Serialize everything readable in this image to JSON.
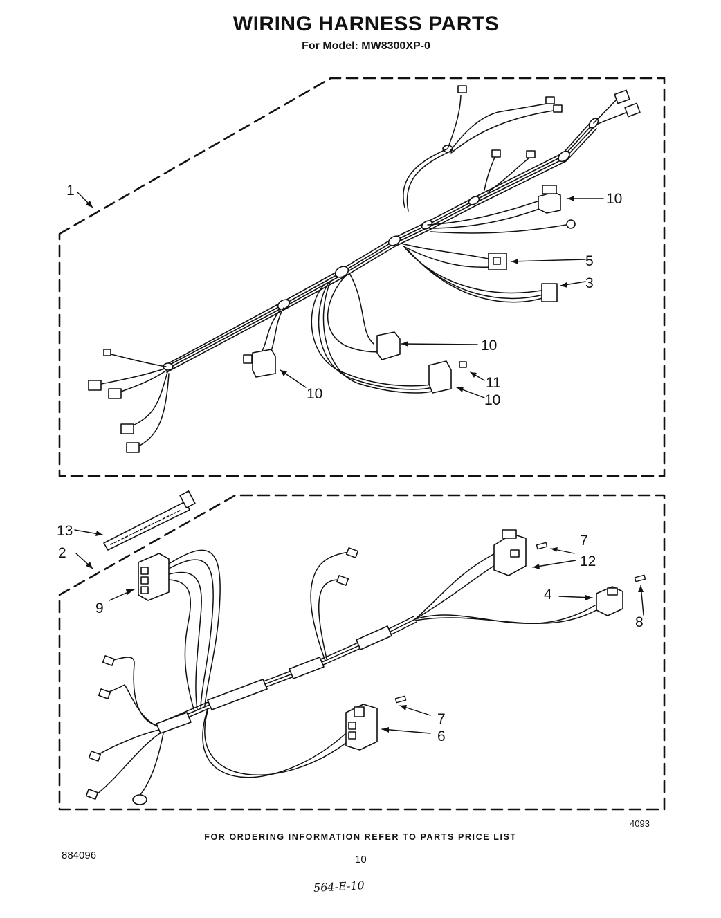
{
  "header": {
    "title": "WIRING HARNESS PARTS",
    "subtitle": "For Model: MW8300XP-0"
  },
  "callouts": {
    "c1": "1",
    "c10a": "10",
    "c5": "5",
    "c3": "3",
    "c10b": "10",
    "c11": "11",
    "c10c": "10",
    "c10d": "10",
    "c13": "13",
    "c2": "2",
    "c9": "9",
    "c7a": "7",
    "c12": "12",
    "c4": "4",
    "c8": "8",
    "c7b": "7",
    "c6": "6"
  },
  "footer": {
    "ordering_note": "FOR ORDERING INFORMATION REFER TO PARTS PRICE LIST",
    "figure_code": "4093",
    "document_number": "884096",
    "page_number": "10",
    "handwritten_note": "564-E-10"
  }
}
